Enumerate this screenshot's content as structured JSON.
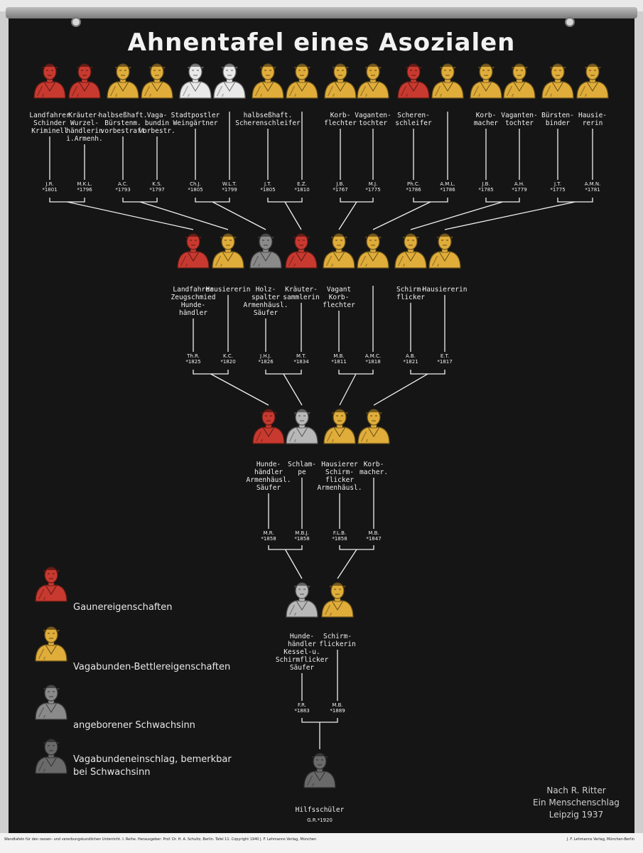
{
  "title": "Ahnentafel eines Asozialen",
  "colors": {
    "red": "#c8392f",
    "yellow": "#e0ad3a",
    "gray": "#8a8a8a",
    "darkgray": "#6a6a6a",
    "white": "#e9e9e9",
    "mixed": "#b8b8b8",
    "background": "#151515"
  },
  "generations": [
    {
      "people": [
        {
          "label": "Landfahrer\nSchinder\nKriminell",
          "code": "J.R.\n*1801",
          "color": "red"
        },
        {
          "label": "Kräuter-\nWurzel-\nhändlerin\ni.Armenh.",
          "code": "M.K.L.\n*1796",
          "color": "red"
        },
        {
          "label": "halbseßhaft.\nBürstenm.\nvorbestraft",
          "code": "A.C.\n*1793",
          "color": "yellow"
        },
        {
          "label": "Vaga-\nbundin\nvorbestr.",
          "code": "K.S.\n*1797",
          "color": "yellow"
        },
        {
          "label": "Stadtpostler\nWeingärtner",
          "code": "Ch.J.\n*1805",
          "color": "white"
        },
        {
          "label": "",
          "code": "W.L.T.\n*1799",
          "color": "white"
        },
        {
          "label": "halbseßhaft.\nScherenschleifer",
          "code": "J.T.\n*1805",
          "color": "yellow"
        },
        {
          "label": "",
          "code": "E.Z.\n*1810",
          "color": "yellow"
        },
        {
          "label": "Korb-\nflechter",
          "code": "J.B.\n*1767",
          "color": "yellow"
        },
        {
          "label": "Vaganten-\ntochter",
          "code": "M.J.\n*1775",
          "color": "yellow"
        },
        {
          "label": "Scheren-\nschleifer",
          "code": "Ph.C.\n*1786",
          "color": "red"
        },
        {
          "label": "",
          "code": "A.M.L.\n*1786",
          "color": "yellow"
        },
        {
          "label": "Korb-\nmacher",
          "code": "J.B.\n*1785",
          "color": "yellow"
        },
        {
          "label": "Vaganten-\ntochter",
          "code": "A.H.\n*1779",
          "color": "yellow"
        },
        {
          "label": "Bürsten-\nbinder",
          "code": "J.T.\n*1775",
          "color": "yellow"
        },
        {
          "label": "Hausie-\nrerin",
          "code": "A.M.N.\n*1781",
          "color": "yellow"
        }
      ]
    },
    {
      "people": [
        {
          "label": "Landfahrer\nZeugschmied\nHunde-\nhändler",
          "code": "Th.R.\n*1825",
          "color": "red"
        },
        {
          "label": "Hausiererin",
          "code": "K.C.\n*1820",
          "color": "yellow"
        },
        {
          "label": "Holz-\nspalter\nArmenhäusl.\nSäufer",
          "code": "J.H.J.\n*1826",
          "color": "gray"
        },
        {
          "label": "Kräuter-\nsammlerin",
          "code": "M.T.\n*1834",
          "color": "red"
        },
        {
          "label": "Vagant\nKorb-\nflechter",
          "code": "M.B.\n*1811",
          "color": "yellow"
        },
        {
          "label": "",
          "code": "A.M.C.\n*1818",
          "color": "yellow"
        },
        {
          "label": "Schirm-\nflicker",
          "code": "A.B.\n*1821",
          "color": "yellow"
        },
        {
          "label": "Hausiererin",
          "code": "E.T.\n*1817",
          "color": "yellow"
        }
      ]
    },
    {
      "people": [
        {
          "label": "Hunde-\nhändler\nArmenhäusl.\nSäufer",
          "code": "M.R.\n*1858",
          "color": "red"
        },
        {
          "label": "Schlam-\npe",
          "code": "M.B.J.\n*1858",
          "color": "mixed"
        },
        {
          "label": "Hausierer\nSchirm-\nflicker\nArmenhäusl.",
          "code": "F.L.B.\n*1858",
          "color": "yellow"
        },
        {
          "label": "Korb-\nmacher.",
          "code": "M.B.\n*1847",
          "color": "yellow"
        }
      ]
    },
    {
      "people": [
        {
          "label": "Hunde-\nhändler\nKessel-u.\nSchirmflicker\nSäufer",
          "code": "F.R.\n*1883",
          "color": "mixed"
        },
        {
          "label": "Schirm-\nflickerin",
          "code": "M.B.\n*1889",
          "color": "yellow"
        }
      ]
    },
    {
      "people": [
        {
          "label": "Hilfsschüler",
          "code": "G.R.*1920",
          "color": "darkgray"
        }
      ]
    }
  ],
  "legend": [
    {
      "text": "Gaunereigenschaften",
      "color": "red"
    },
    {
      "text": "Vagabunden-Bettlereigenschaften",
      "color": "yellow"
    },
    {
      "text": "angeborener Schwachsinn",
      "color": "gray"
    },
    {
      "text": "Vagabundeneinschlag, bemerkbar\nbei Schwachsinn",
      "color": "darkgray"
    }
  ],
  "source": "Nach R. Ritter\nEin Menschenschlag\nLeipzig 1937",
  "footer": {
    "left": "Wandtafeln für den rassen- und vererbungskundlichen Unterricht. I. Reihe. Herausgeber: Prof. Dr. H. A. Schultz, Berlin. Tafel 11.   Copyright 1940 J. F. Lehmanns Verlag, München",
    "right": "J. F. Lehmanns Verlag, München-Berlin"
  }
}
